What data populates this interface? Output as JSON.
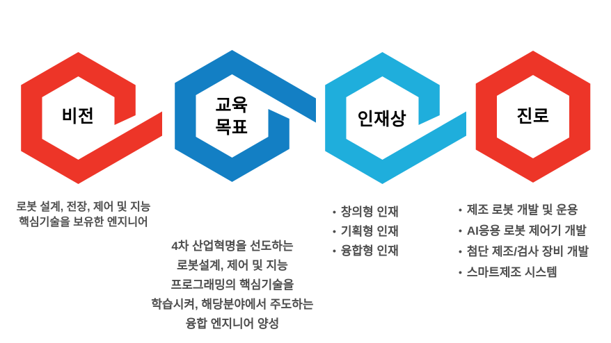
{
  "colors": {
    "red": "#ED3528",
    "blue": "#137FC4",
    "cyan": "#1FAEDC",
    "label_text": "#000000",
    "body_text": "#4D4D4D",
    "background": "#FFFFFF"
  },
  "hexagons": [
    {
      "id": "vision",
      "label_lines": [
        "비전"
      ],
      "color_key": "red"
    },
    {
      "id": "goals",
      "label_lines": [
        "교육",
        "목표"
      ],
      "color_key": "blue"
    },
    {
      "id": "talent",
      "label_lines": [
        "인재상"
      ],
      "color_key": "cyan"
    },
    {
      "id": "career",
      "label_lines": [
        "진로"
      ],
      "color_key": "red"
    }
  ],
  "descriptions": {
    "bullet": "•",
    "vision_lines": [
      "로봇 설계, 전장, 제어 및 지능",
      "핵심기술을 보유한 엔지니어"
    ],
    "goals_lines": [
      "4차 산업혁명을 선도하는",
      "로봇설계, 제어 및 지능",
      "프로그래밍의 핵심기술을",
      "학습시켜, 해당분야에서 주도하는",
      "융합 엔지니어 양성"
    ],
    "talent_items": [
      "창의형 인재",
      "기획형 인재",
      "융합형 인재"
    ],
    "career_items": [
      "제조 로봇 개발 및 운용",
      "AI응용 로봇 제어기 개발",
      "첨단 제조/검사 장비 개발",
      "스마트제조 시스템"
    ]
  }
}
